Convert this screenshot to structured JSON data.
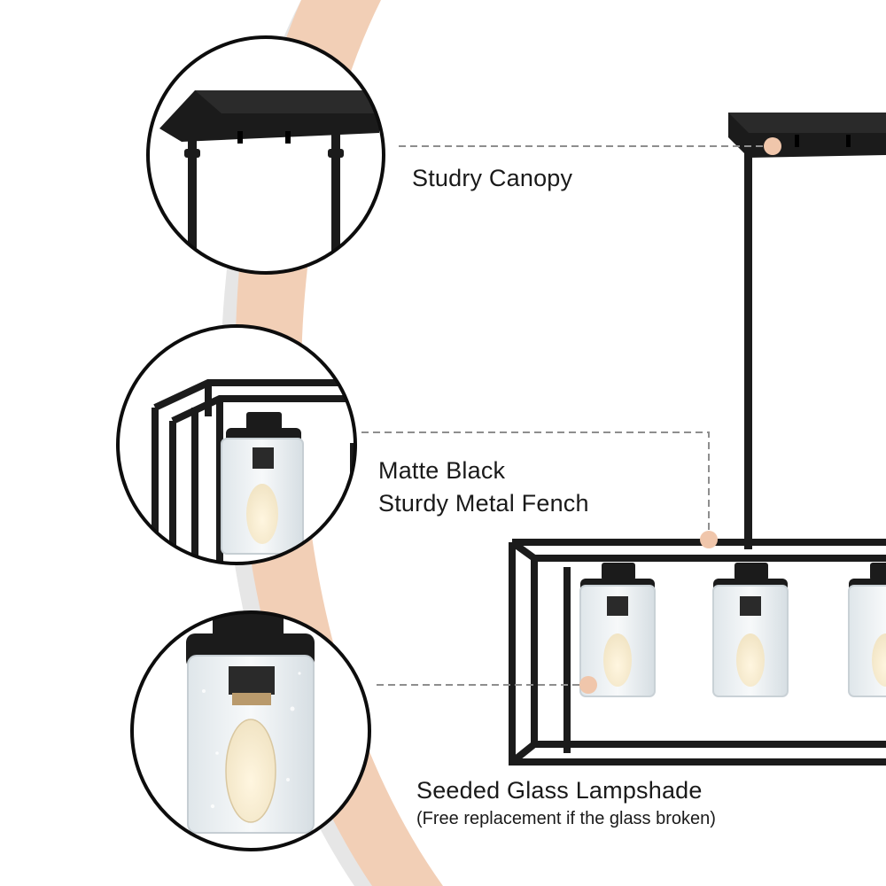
{
  "colors": {
    "arc": "#f2cfb6",
    "arc_shadow": "#e4e4e4",
    "metal": "#1b1b1b",
    "glass": "#e7edf0",
    "dot": "#f0c6ab",
    "dash": "#8e8e8e"
  },
  "callouts": [
    {
      "id": "canopy",
      "icon": "canopy-closeup-image",
      "lines": [
        "Studry Canopy"
      ]
    },
    {
      "id": "fence",
      "icon": "frame-closeup-image",
      "lines": [
        "Matte Black",
        "Sturdy Metal Fench"
      ]
    },
    {
      "id": "glass",
      "icon": "lampshade-closeup-image",
      "lines": [
        "Seeded Glass Lampshade"
      ],
      "note": "(Free replacement if the glass broken)"
    }
  ]
}
